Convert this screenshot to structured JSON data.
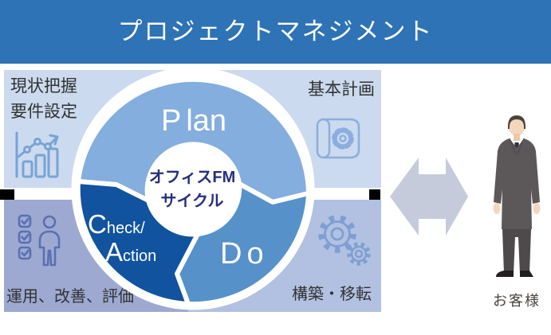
{
  "header": {
    "title": "プロジェクトマネジメント",
    "bg_color": "#2d73b5",
    "text_color": "#ffffff"
  },
  "quadrants": {
    "top_left": {
      "line1": "現状把握",
      "line2": "要件設定",
      "icon": "bar-chart-growth-icon",
      "bg": "#cbdaee"
    },
    "top_right": {
      "label": "基本計画",
      "icon": "blueprint-gear-icon",
      "bg": "#cbdaee"
    },
    "bottom_left": {
      "label": "運用、改善、評価",
      "icon": "checklist-person-icon",
      "bg": "#9ea9d1"
    },
    "bottom_right": {
      "label": "構築・移転",
      "icon": "gears-icon",
      "bg": "#b2c1e1"
    }
  },
  "cycle": {
    "center_line1": "オフィスFM",
    "center_line2": "サイクル",
    "center_text_color": "#24307d",
    "plan": {
      "initial": "P",
      "rest": "lan",
      "color": "#84aedd"
    },
    "do": {
      "initial": "D",
      "rest": "o",
      "color": "#5691c9"
    },
    "check_action": {
      "line1_initial": "C",
      "line1_rest": "heck/",
      "line2_initial": "A",
      "line2_rest": "ction",
      "color": "#11539f"
    }
  },
  "customer": {
    "label": "お客様",
    "figure": "businessman-illustration",
    "arrow_color": "#c6cbdb"
  }
}
